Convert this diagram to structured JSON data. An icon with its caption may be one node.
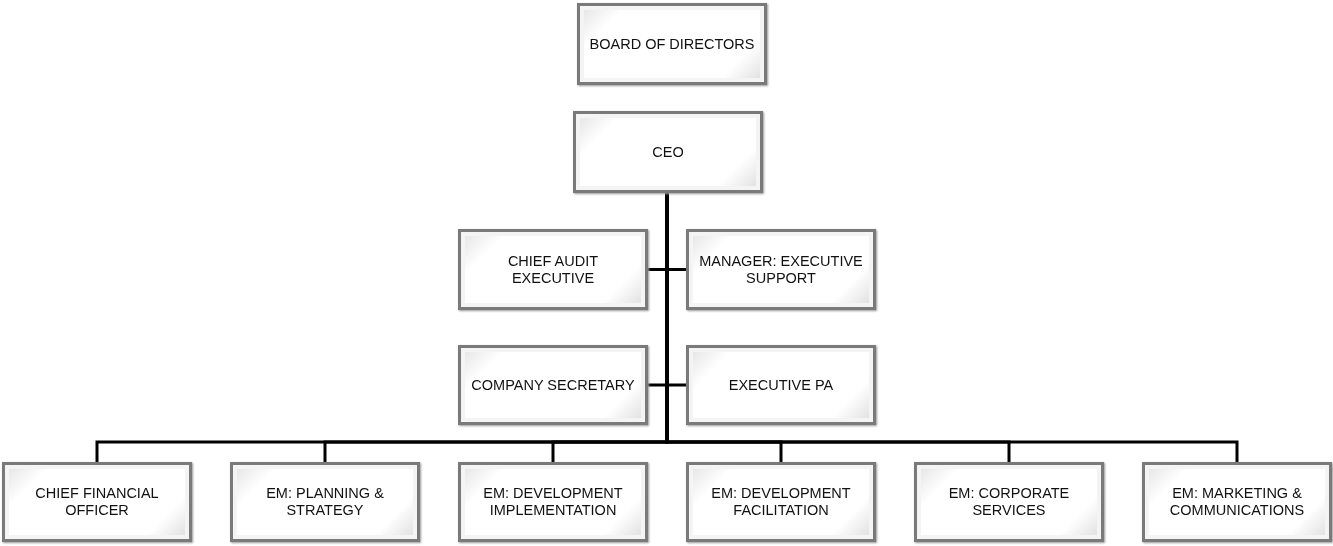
{
  "diagram": {
    "nodes": [
      {
        "text": [
          "BOARD OF DIRECTORS"
        ]
      },
      {
        "text": [
          "CEO"
        ]
      },
      {
        "text": [
          "CHIEF AUDIT EXECUTIVE"
        ]
      },
      {
        "text": [
          "MANAGER: EXECUTIVE SUPPORT"
        ]
      },
      {
        "text": [
          "COMPANY SECRETARY"
        ]
      },
      {
        "text": [
          "EXECUTIVE PA"
        ]
      },
      {
        "text": [
          "CHIEF FINANCIAL OFFICER"
        ]
      },
      {
        "text": [
          "EM: PLANNING & STRATEGY"
        ]
      },
      {
        "text": [
          "EM: DEVELOPMENT IMPLEMENTATION"
        ]
      },
      {
        "text": [
          "EM: DEVELOPMENT FACILITATION"
        ]
      },
      {
        "text": [
          "EM: CORPORATE SERVICES"
        ]
      },
      {
        "text": [
          "EM: MARKETING & COMMUNICATIONS"
        ]
      }
    ],
    "edges": [
      {
        "from": 1,
        "to": 2,
        "arrow": "none"
      },
      {
        "from": 1,
        "to": 3,
        "arrow": "none"
      },
      {
        "from": 1,
        "to": 4,
        "arrow": "none"
      },
      {
        "from": 1,
        "to": 5,
        "arrow": "none"
      },
      {
        "from": 1,
        "to": 6,
        "arrow": "none"
      },
      {
        "from": 1,
        "to": 7,
        "arrow": "none"
      },
      {
        "from": 1,
        "to": 8,
        "arrow": "none"
      },
      {
        "from": 1,
        "to": 9,
        "arrow": "none"
      },
      {
        "from": 1,
        "to": 10,
        "arrow": "none"
      },
      {
        "from": 1,
        "to": 11,
        "arrow": "none"
      }
    ]
  }
}
